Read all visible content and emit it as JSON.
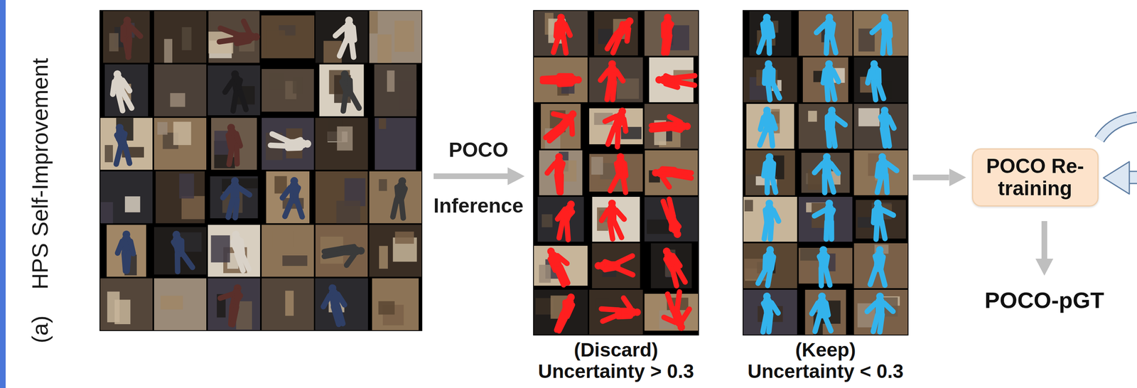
{
  "diagram": {
    "nodes": [
      {
        "text": [
          "(Discard)",
          "Uncertainty > 0.3"
        ]
      },
      {
        "text": [
          "(Keep)",
          "Uncertainty < 0.3"
        ]
      },
      {
        "text": [
          "POCO Re-training"
        ]
      },
      {
        "text": [
          "POCO-pGT"
        ]
      }
    ],
    "edges": [
      {
        "from": 1,
        "to": 2,
        "arrow": "to"
      },
      {
        "from": 2,
        "to": 3,
        "arrow": "to"
      }
    ],
    "labels": [
      "(a)",
      "HPS Self-Improvement",
      "POCO",
      "Inference"
    ]
  }
}
